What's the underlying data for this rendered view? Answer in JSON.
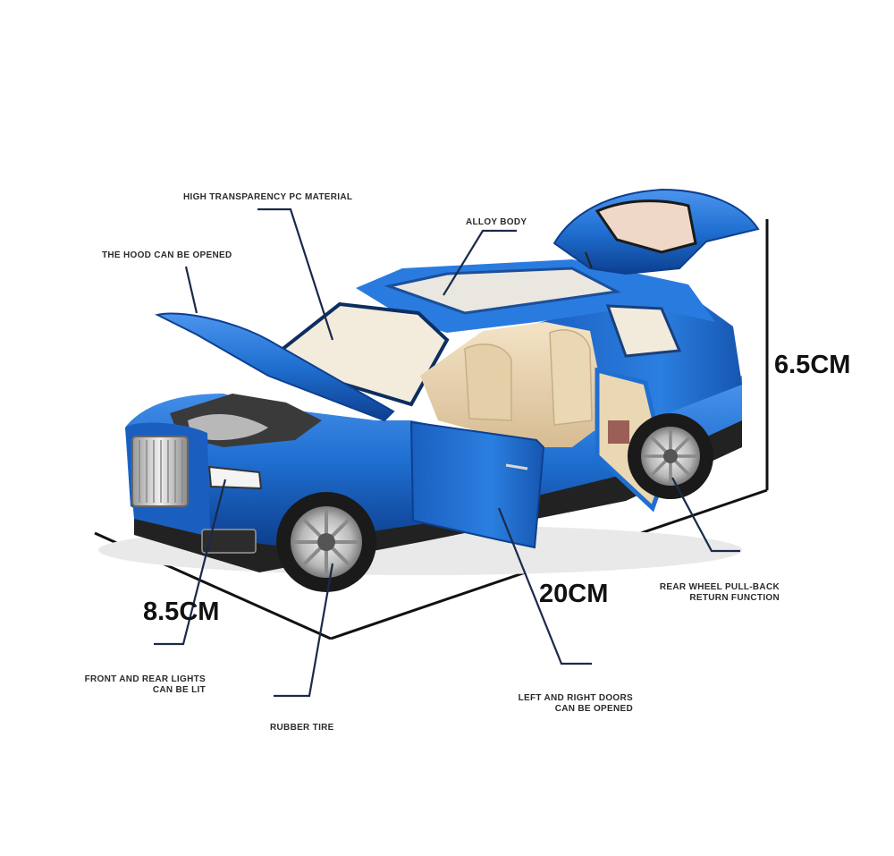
{
  "callouts": {
    "transparency": "HIGH TRANSPARENCY PC MATERIAL",
    "alloy": "ALLOY BODY",
    "hood": "THE HOOD CAN BE OPENED",
    "rear_wheel_1": "REAR WHEEL PULL-BACK",
    "rear_wheel_2": "RETURN FUNCTION",
    "lights_1": "FRONT AND REAR LIGHTS",
    "lights_2": "CAN BE LIT",
    "doors_1": "LEFT AND RIGHT DOORS",
    "doors_2": "CAN BE OPENED",
    "tire": "RUBBER TIRE"
  },
  "dimensions": {
    "height": "6.5CM",
    "length": "20CM",
    "width": "8.5CM"
  },
  "colors": {
    "body_blue": "#1f6fd1",
    "body_dark": "#0d3f8f",
    "interior": "#e8d3b0",
    "callout_line": "#1a2a4a",
    "dimension_line": "#111111"
  }
}
